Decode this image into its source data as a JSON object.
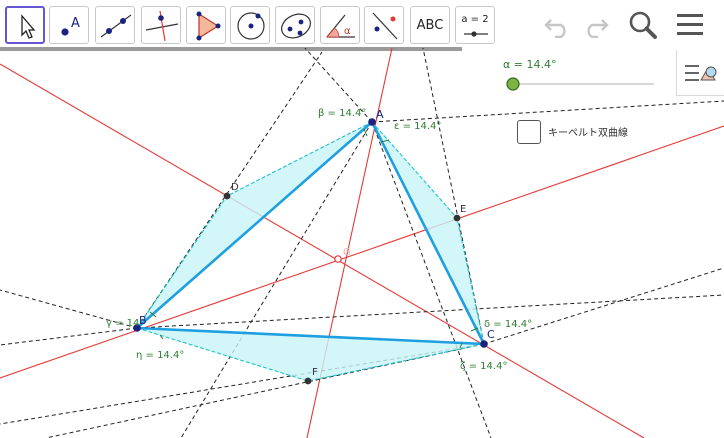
{
  "toolbar": {
    "tools": [
      {
        "name": "move-tool-icon"
      },
      {
        "name": "point-tool-icon",
        "label": "A"
      },
      {
        "name": "line-tool-icon"
      },
      {
        "name": "perpendicular-tool-icon"
      },
      {
        "name": "polygon-tool-icon"
      },
      {
        "name": "circle-tool-icon"
      },
      {
        "name": "ellipse-tool-icon"
      },
      {
        "name": "angle-tool-icon",
        "label": "α"
      },
      {
        "name": "reflect-tool-icon"
      },
      {
        "name": "text-tool",
        "label": "ABC"
      },
      {
        "name": "slider-tool",
        "label": "a = 2"
      }
    ],
    "undo_icon": "undo-icon",
    "redo_icon": "redo-icon",
    "search_icon": "search-icon",
    "menu_icon": "menu-icon"
  },
  "slider": {
    "label": "α = 14.4°",
    "value_deg": 14.4
  },
  "checkbox": {
    "label": "キーペルト双曲線",
    "checked": false
  },
  "points": {
    "A": "A",
    "B": "B",
    "C": "C",
    "D": "D",
    "E": "E",
    "F": "F",
    "G": "G"
  },
  "angles": {
    "beta": "β = 14.4°",
    "epsilon": "ε = 14.4°",
    "gamma": "γ = 14",
    "eta": "η = 14.4°",
    "delta": "δ = 14.4°",
    "zeta": "ζ = 14.4°"
  },
  "colors": {
    "triangle": "#1e9fe0",
    "triangle_fill": "#c8f4f8",
    "red_line": "#e53935",
    "point": "#1a237e",
    "angle_text": "#2e7d32",
    "slider_knob": "#7cb342",
    "active_tool": "#6557d2"
  }
}
